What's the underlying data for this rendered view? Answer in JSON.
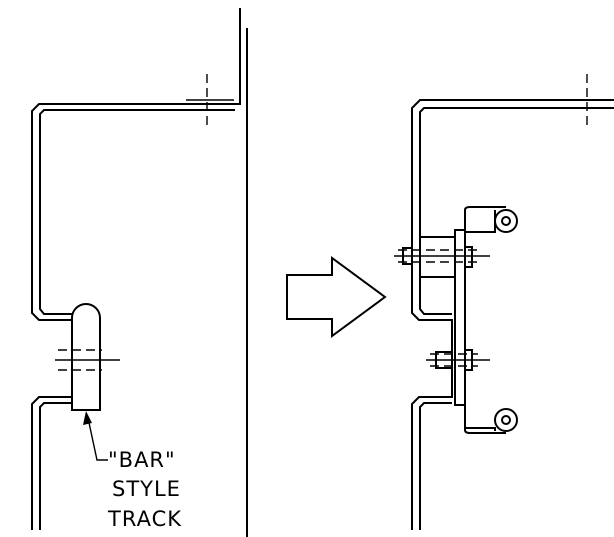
{
  "callout": {
    "line1": "\"BAR\"",
    "line2": "STYLE",
    "line3": "TRACK"
  },
  "icons": {
    "arrow": "right-arrow-icon"
  },
  "colors": {
    "stroke": "#000000",
    "background": "#ffffff"
  }
}
